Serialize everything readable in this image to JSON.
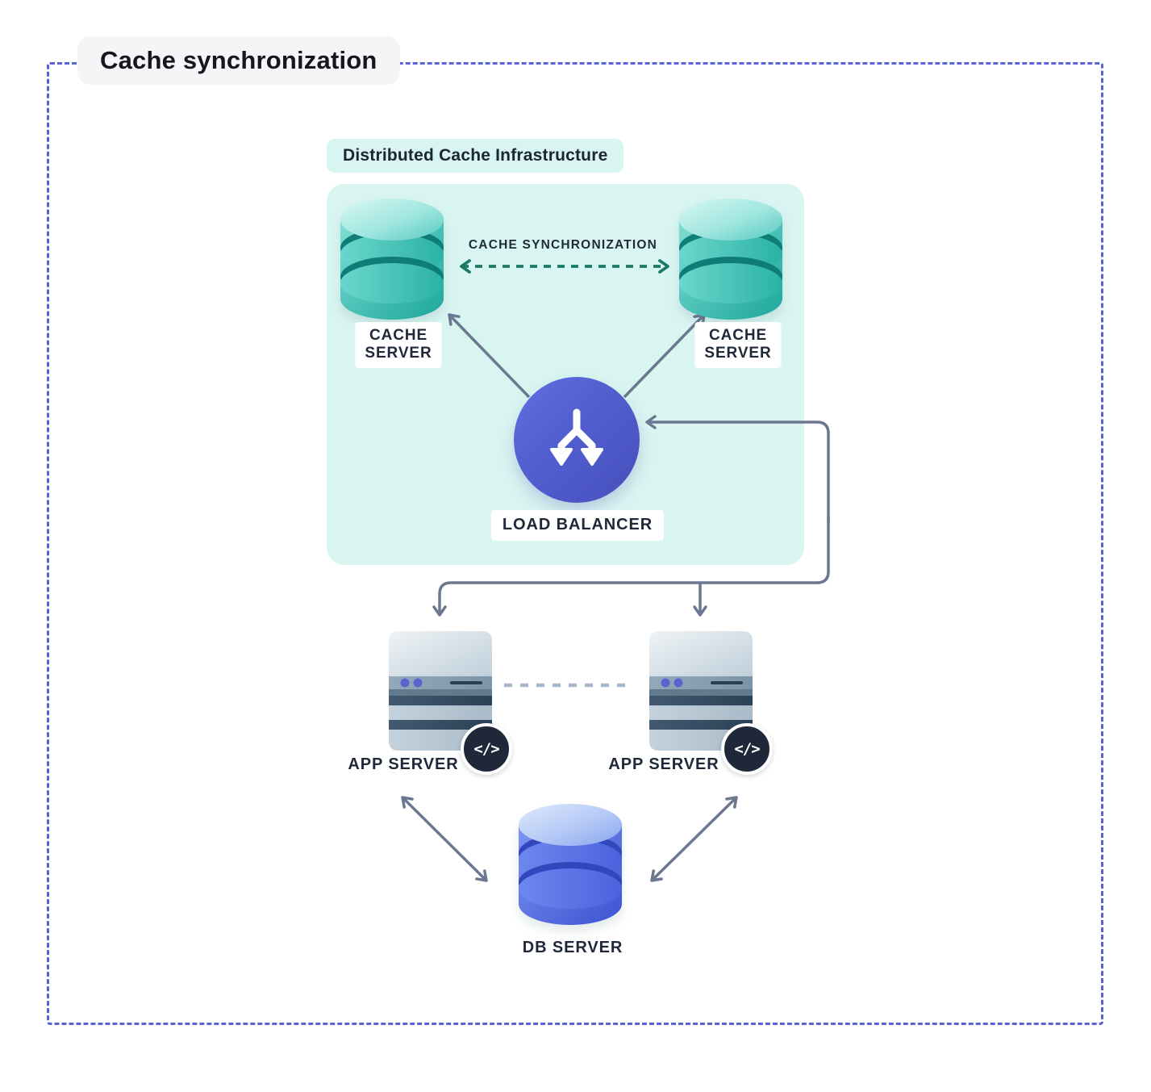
{
  "title": "Cache synchronization",
  "cache_infrastructure": {
    "label": "Distributed Cache Infrastructure",
    "sync_link": {
      "label": "CACHE SYNCHRONIZATION"
    },
    "cache_server_left": {
      "label": "CACHE\nSERVER"
    },
    "cache_server_right": {
      "label": "CACHE\nSERVER"
    },
    "load_balancer": {
      "label": "LOAD BALANCER"
    }
  },
  "app_tier": {
    "app_server_left": {
      "label": "APP SERVER",
      "badge_glyph": "</>"
    },
    "app_server_right": {
      "label": "APP SERVER",
      "badge_glyph": "</>"
    }
  },
  "data_tier": {
    "db_server": {
      "label": "DB SERVER"
    }
  },
  "colors": {
    "frame_border": "#5a63d6",
    "cache_box_bg": "#d9f5f1",
    "sync_arrow": "#1b7a67",
    "connector": "#6b7890",
    "app_link_dash": "#a8b7cd",
    "teal_cylinder": "#2fb7ac",
    "blue_cylinder": "#5577e8",
    "load_balancer_circle": "#515dc9",
    "code_badge_bg": "#1e2838",
    "label_text": "#1f2838"
  }
}
